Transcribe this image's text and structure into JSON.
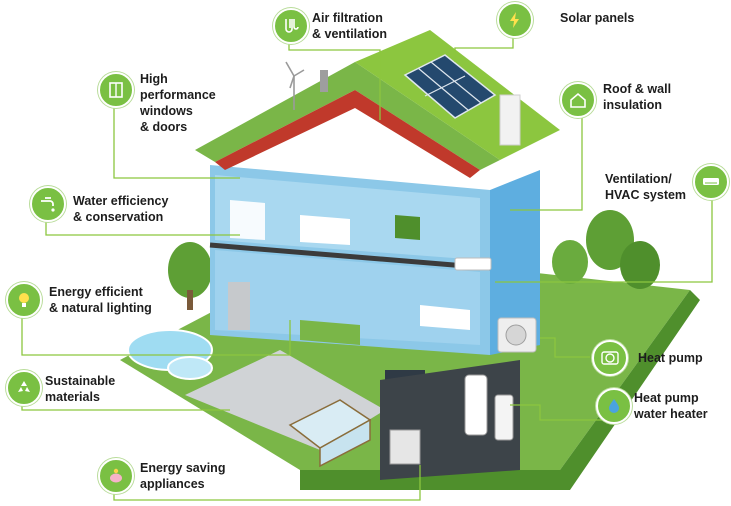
{
  "colors": {
    "accent": "#7ac043",
    "line": "#8cc63f",
    "wall": "#8cc8e8",
    "roof": "#7ab648",
    "ground": "#5ea83a"
  },
  "callouts": [
    {
      "id": "air",
      "lines": [
        "Air filtration",
        "& ventilation"
      ],
      "icon": "filter-icon"
    },
    {
      "id": "solar",
      "lines": [
        "Solar panels"
      ],
      "icon": "lightning-icon"
    },
    {
      "id": "windows",
      "lines": [
        "High",
        "performance",
        "windows",
        "& doors"
      ],
      "icon": "window-icon"
    },
    {
      "id": "insulation",
      "lines": [
        "Roof & wall",
        "insulation"
      ],
      "icon": "house-icon"
    },
    {
      "id": "water",
      "lines": [
        "Water efficiency",
        "& conservation"
      ],
      "icon": "faucet-icon"
    },
    {
      "id": "hvac",
      "lines": [
        "Ventilation/",
        "HVAC system"
      ],
      "icon": "ac-unit-icon"
    },
    {
      "id": "lighting",
      "lines": [
        "Energy efficient",
        "& natural lighting"
      ],
      "icon": "lightbulb-icon"
    },
    {
      "id": "heatpump",
      "lines": [
        "Heat pump"
      ],
      "icon": "fan-icon"
    },
    {
      "id": "materials",
      "lines": [
        "Sustainable",
        "materials"
      ],
      "icon": "recycle-icon"
    },
    {
      "id": "waterheater",
      "lines": [
        "Heat pump",
        "water heater"
      ],
      "icon": "water-drop-icon"
    },
    {
      "id": "appliances",
      "lines": [
        "Energy saving",
        "appliances"
      ],
      "icon": "piggy-bank-icon"
    }
  ]
}
